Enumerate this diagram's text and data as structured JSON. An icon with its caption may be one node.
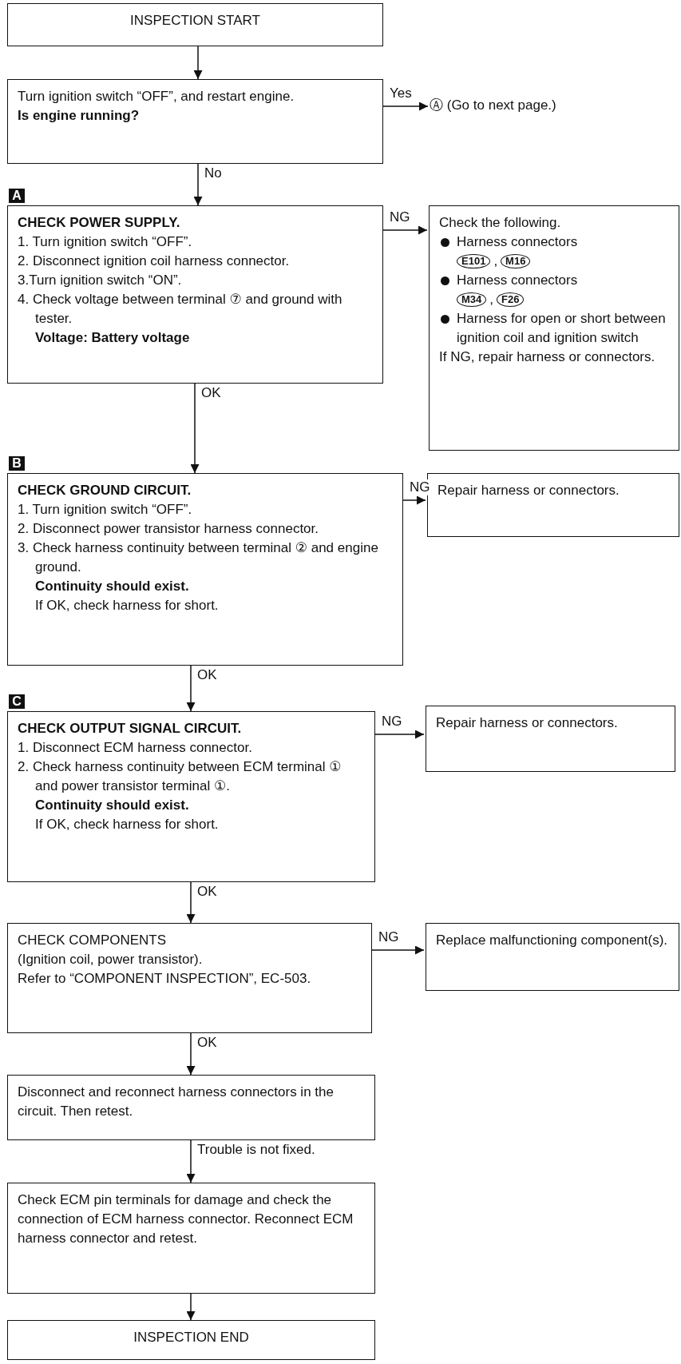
{
  "diagram": {
    "nodes": [
      {
        "text": [
          "INSPECTION START"
        ]
      },
      {
        "text": [
          "Turn ignition switch “OFF”, and restart engine.",
          "Is engine running?"
        ]
      },
      {
        "text": [
          "Ⓐ (Go to next page.)"
        ]
      },
      {
        "text": [
          "CHECK POWER SUPPLY.",
          "1. Turn ignition switch “OFF”.",
          "2. Disconnect ignition coil harness connector.",
          "3.Turn ignition switch “ON”.",
          "4. Check voltage between terminal ⑦ and ground with tester.",
          "Voltage: Battery voltage"
        ],
        "beside": [
          "A"
        ]
      },
      {
        "text": [
          "Check the following.",
          "Harness connectors",
          "Harness connectors",
          "Harness for open or short between ignition coil and ignition switch",
          "If NG, repair harness or connectors."
        ]
      },
      {
        "text": [
          "E101"
        ],
        "in": 4,
        "beside": [
          ","
        ]
      },
      {
        "text": [
          "M16"
        ],
        "in": 4
      },
      {
        "text": [
          "M34"
        ],
        "in": 4,
        "beside": [
          ","
        ]
      },
      {
        "text": [
          "F26"
        ],
        "in": 4
      },
      {
        "text": [
          "CHECK GROUND CIRCUIT.",
          "1. Turn ignition switch “OFF”.",
          "2. Disconnect power transistor harness connector.",
          "3. Check harness continuity between terminal ② and engine ground.",
          "Continuity should exist.",
          "If OK, check harness for short."
        ],
        "beside": [
          "B"
        ]
      },
      {
        "text": [
          "Repair harness or connectors."
        ]
      },
      {
        "text": [
          "CHECK OUTPUT SIGNAL CIRCUIT.",
          "1. Disconnect ECM harness connector.",
          "2. Check harness continuity between ECM terminal ① and power transistor terminal ①.",
          "Continuity should exist.",
          "If OK, check harness for short."
        ],
        "beside": [
          "C"
        ]
      },
      {
        "text": [
          "Repair harness or connectors."
        ]
      },
      {
        "text": [
          "CHECK COMPONENTS",
          "(Ignition coil, power transistor).",
          "Refer to “COMPONENT INSPECTION”, EC-503."
        ]
      },
      {
        "text": [
          "Replace malfunctioning component(s)."
        ]
      },
      {
        "text": [
          "Disconnect and reconnect harness connectors in the circuit. Then retest."
        ]
      },
      {
        "text": [
          "Check ECM pin terminals for damage and check the connection of ECM harness connector. Reconnect ECM harness connector and retest."
        ]
      },
      {
        "text": [
          "INSPECTION END"
        ]
      }
    ],
    "edges": [
      {
        "from": 0,
        "to": 1,
        "arrow": "to"
      },
      {
        "from": 1,
        "to": 2,
        "arrow": "to",
        "label": "Yes"
      },
      {
        "from": 1,
        "to": 3,
        "arrow": "to",
        "label": "No"
      },
      {
        "from": 3,
        "to": 4,
        "arrow": "to",
        "label": "NG"
      },
      {
        "from": 3,
        "to": 9,
        "arrow": "to",
        "label": "OK"
      },
      {
        "from": 9,
        "to": 10,
        "arrow": "to",
        "label": "NG"
      },
      {
        "from": 9,
        "to": 11,
        "arrow": "to",
        "label": "OK"
      },
      {
        "from": 11,
        "to": 12,
        "arrow": "to",
        "label": "NG"
      },
      {
        "from": 11,
        "to": 13,
        "arrow": "to",
        "label": "OK"
      },
      {
        "from": 13,
        "to": 14,
        "arrow": "to",
        "label": "NG"
      },
      {
        "from": 13,
        "to": 15,
        "arrow": "to",
        "label": "OK"
      },
      {
        "from": 15,
        "to": 16,
        "arrow": "to",
        "label": "Trouble is not fixed."
      },
      {
        "from": 16,
        "to": 17,
        "arrow": "to"
      }
    ]
  }
}
